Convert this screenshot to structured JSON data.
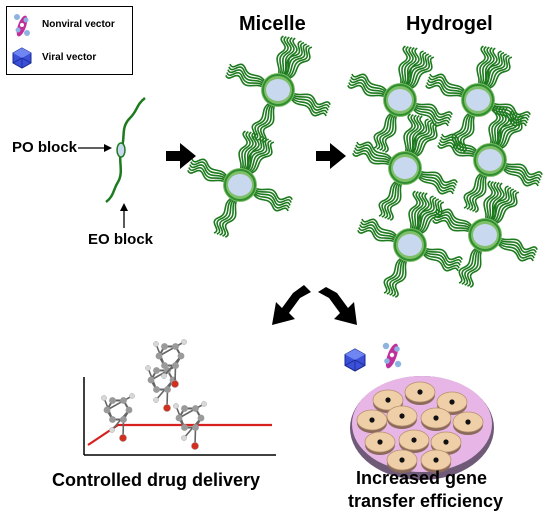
{
  "legend": {
    "items": [
      {
        "label": "Nonviral vector",
        "icon": "nonviral-vector-icon"
      },
      {
        "label": "Viral vector",
        "icon": "viral-vector-icon"
      }
    ]
  },
  "titles": {
    "micelle": "Micelle",
    "hydrogel": "Hydrogel"
  },
  "labels": {
    "po_block": "PO block",
    "eo_block": "EO block"
  },
  "outcomes": {
    "drug": "Controlled drug delivery",
    "gene_line1": "Increased gene",
    "gene_line2": "transfer efficiency"
  },
  "colors": {
    "polymer_green": "#1e7a1e",
    "core_fill": "#c8d8ee",
    "halo_green": "#7fbf6a",
    "arrow_black": "#000000",
    "release_line": "#d8201e",
    "viral_blue": "#3b4fd8",
    "nonviral_magenta": "#c0309a",
    "cell_tan": "#efcfa8",
    "tissue_purple": "#7a5a8a"
  }
}
